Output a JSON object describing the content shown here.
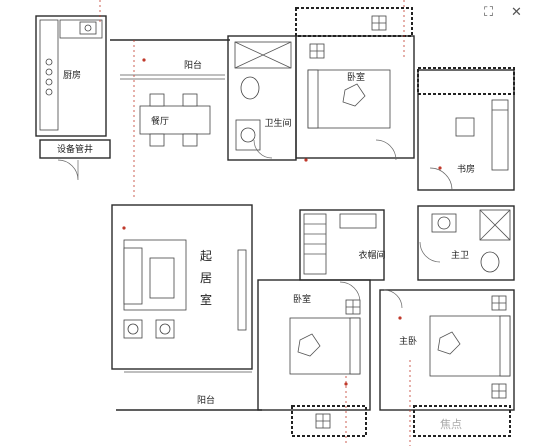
{
  "rooms": {
    "kitchen": "厨房",
    "balcony_top": "阳台",
    "dining": "餐厅",
    "shaft": "设备管井",
    "bedroom_top": "卧室",
    "bathroom": "卫生间",
    "study": "书房",
    "living_chars": [
      "起",
      "居",
      "室"
    ],
    "closet": "衣帽间",
    "master_bath": "主卫",
    "bedroom_bottom": "卧室",
    "master_bedroom": "主卧",
    "balcony_bottom": "阳台"
  },
  "controls": {
    "fullscreen_icon": "⛶",
    "close_icon": "✕"
  },
  "watermark": "焦点"
}
